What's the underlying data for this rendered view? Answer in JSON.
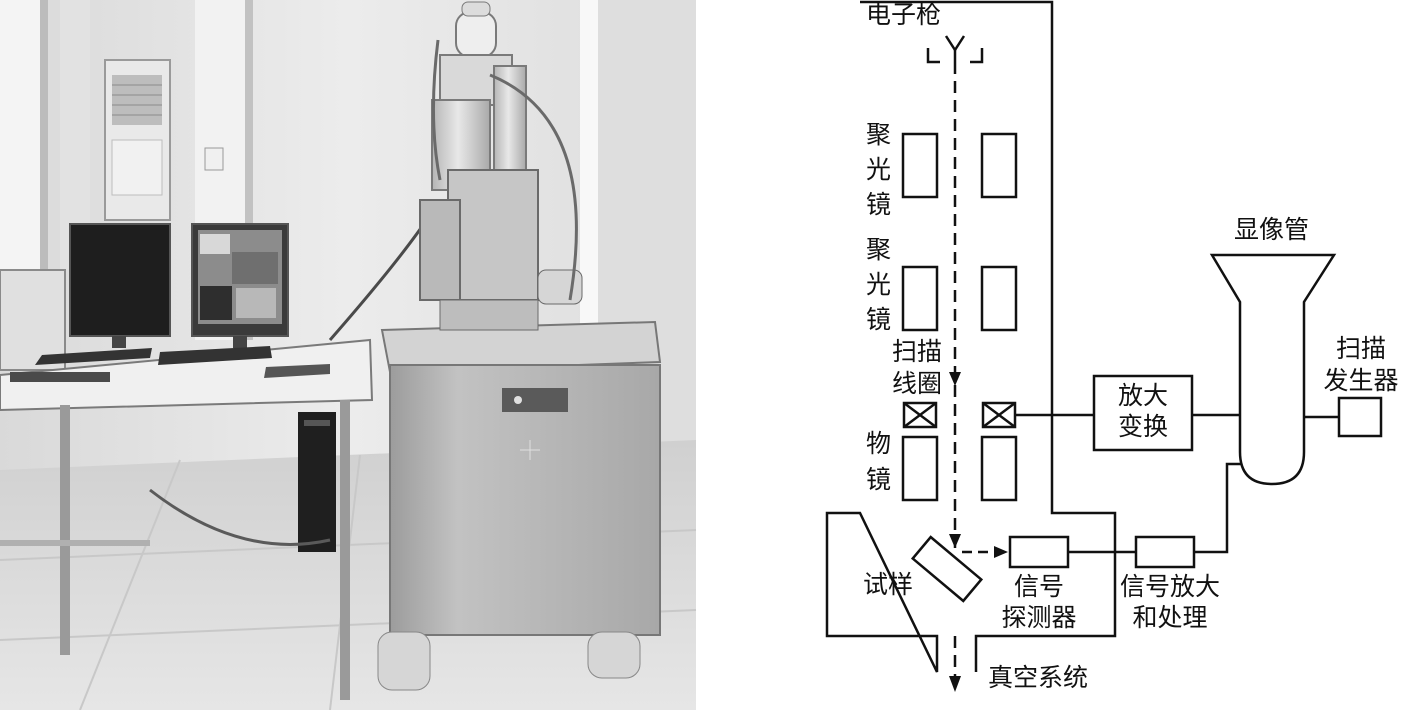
{
  "labels": {
    "electron_gun": "电子枪",
    "condenser_lens_1": "聚\n光\n镜",
    "condenser_lens_2": "聚\n光\n镜",
    "scan_coil": "扫描\n线圈",
    "objective_lens": "物\n镜",
    "specimen": "试样",
    "detector": "信号\n探测器",
    "signal_amp": "信号放大\n和处理",
    "amplify_convert": "放大\n变换",
    "crt": "显像管",
    "scan_generator": "扫描\n发生器",
    "vacuum_system": "真空系统"
  }
}
